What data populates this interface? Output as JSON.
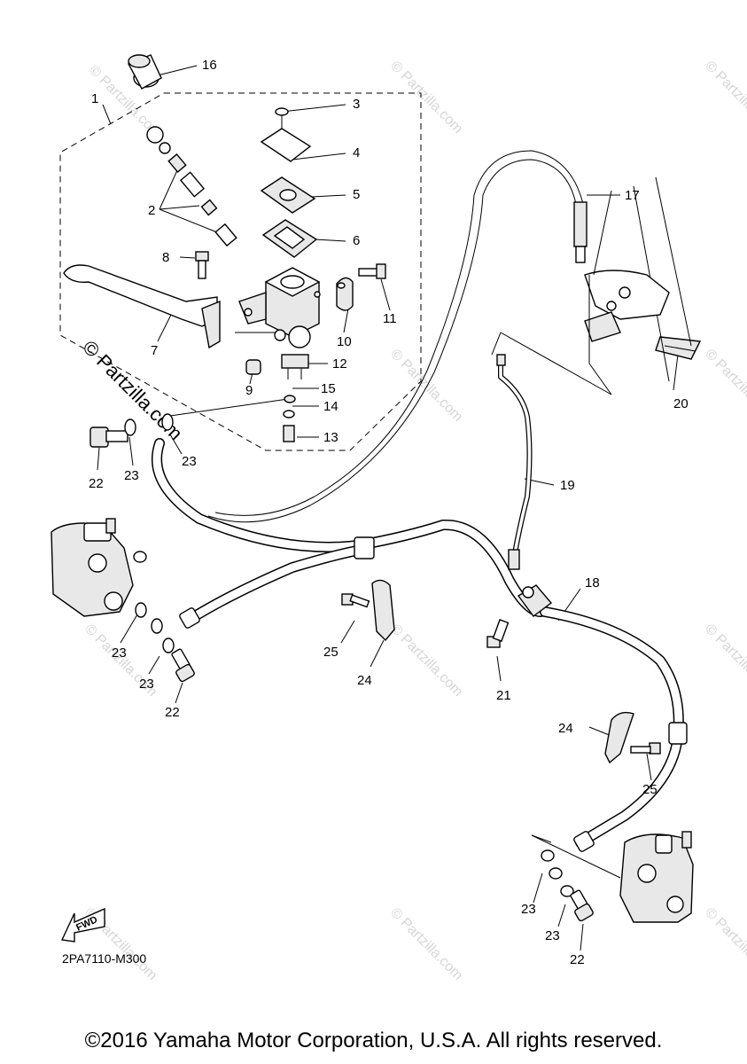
{
  "diagram_code": "2PA7110-M300",
  "copyright": "©2016 Yamaha Motor Corporation, U.S.A. All rights reserved.",
  "watermark": "© Partzilla.com",
  "fwd_label": "FWD",
  "callouts": {
    "c1": "1",
    "c2": "2",
    "c3": "3",
    "c4": "4",
    "c5": "5",
    "c6": "6",
    "c7": "7",
    "c8": "8",
    "c9": "9",
    "c10": "10",
    "c11": "11",
    "c12": "12",
    "c13": "13",
    "c14": "14",
    "c15": "15",
    "c16": "16",
    "c17": "17",
    "c18": "18",
    "c19": "19",
    "c20": "20",
    "c21": "21",
    "c22a": "22",
    "c22b": "22",
    "c22c": "22",
    "c23a": "23",
    "c23b": "23",
    "c23c": "23",
    "c23d": "23",
    "c23e": "23",
    "c23f": "23",
    "c24a": "24",
    "c24b": "24",
    "c25a": "25",
    "c25b": "25"
  }
}
